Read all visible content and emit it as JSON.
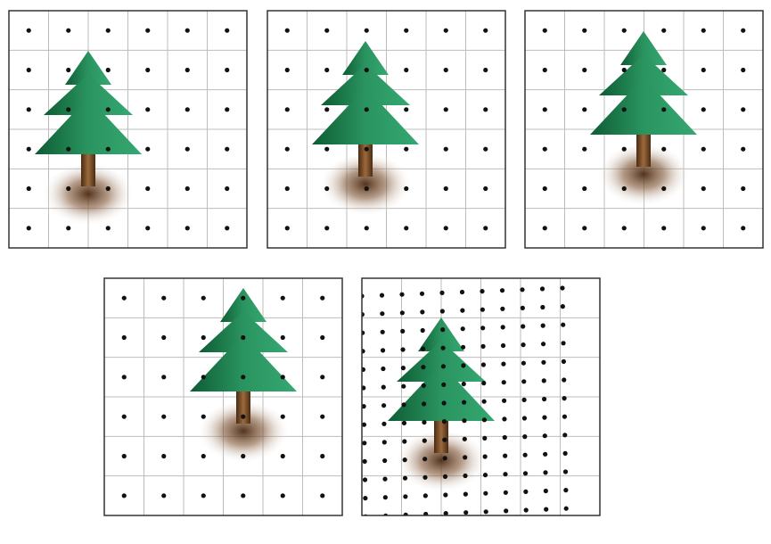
{
  "colors": {
    "background": "#ffffff",
    "panel_border": "#333333",
    "grid_line": "#bdbdbd",
    "dot": "#111111",
    "foliage_dark": "#0d5c33",
    "foliage_light": "#35a872",
    "trunk_dark": "#4a2b12",
    "trunk_light": "#9b6a3c",
    "shadow": "#5a3418"
  },
  "icons": {
    "tree": "pine-tree-icon",
    "shadow": "ground-shadow"
  },
  "panels": [
    {
      "id": "panel-1",
      "grid": "6x6",
      "dot_pattern": "regular",
      "tree_shift": "left"
    },
    {
      "id": "panel-2",
      "grid": "6x6",
      "dot_pattern": "regular",
      "tree_shift": "center"
    },
    {
      "id": "panel-3",
      "grid": "6x6",
      "dot_pattern": "regular",
      "tree_shift": "up"
    },
    {
      "id": "panel-4",
      "grid": "6x6",
      "dot_pattern": "regular",
      "tree_shift": "right"
    },
    {
      "id": "panel-5",
      "grid": "6x6",
      "dot_pattern": "dense-skewed",
      "tree_shift": "center"
    }
  ]
}
